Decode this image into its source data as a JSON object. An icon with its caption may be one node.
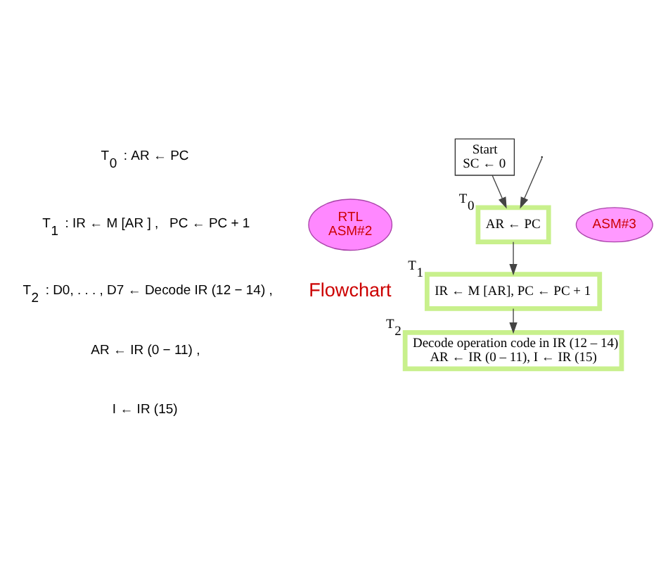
{
  "diagram": {
    "nodes": [
      {
        "text": [
          "Start",
          "SC ← 0"
        ]
      },
      {
        "text": [
          "AR ← PC"
        ],
        "beside": [
          "T$_{0}$"
        ]
      },
      {
        "text": [
          "IR ← M [AR], PC ← PC + 1"
        ],
        "beside": [
          "T$_{1}$"
        ]
      },
      {
        "text": [
          "Decode operation code in IR (12 – 14)",
          "AR ← IR (0 – 11), I ← IR (15)"
        ],
        "beside": [
          "T$_{2}$"
        ]
      },
      {
        "text": [
          "RTL",
          "ASM#2"
        ]
      },
      {
        "text": [
          "ASM#3"
        ]
      }
    ],
    "edges": [
      {
        "from": 0,
        "to": 1,
        "arrow": "to"
      },
      {
        "from": null,
        "to": 1,
        "arrow": "to"
      },
      {
        "from": 1,
        "to": 2,
        "arrow": "to"
      },
      {
        "from": 2,
        "to": 3,
        "arrow": "to"
      }
    ],
    "labels": [
      "T$_{0}$ : AR ← PC",
      "T$_{1}$ : IR ← M [AR ] ,   PC ← PC + 1",
      "T$_{2}$ : D0, . . . , D7 ← Decode IR (12 − 14) ,",
      "AR ← IR (0 − 11) ,",
      "I ← IR (15)",
      "Flowchart"
    ]
  }
}
